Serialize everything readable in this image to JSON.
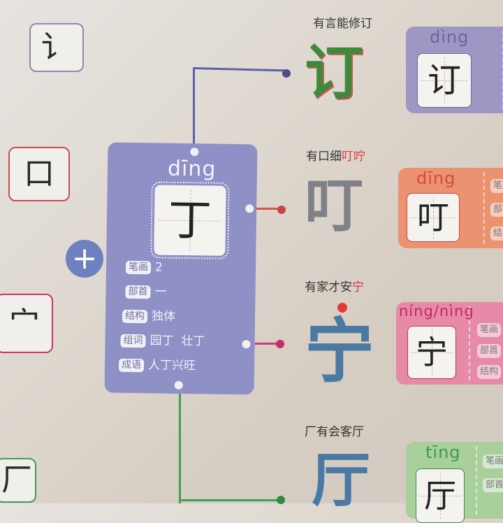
{
  "radicals": [
    "讠",
    "口",
    "宀",
    "厂"
  ],
  "plus_icon": "plus-icon",
  "center": {
    "pinyin": "dīng",
    "char": "丁",
    "rows": [
      {
        "label": "笔画",
        "value": "2"
      },
      {
        "label": "部首",
        "value": "一"
      },
      {
        "label": "结构",
        "value": "独体"
      },
      {
        "label": "组词",
        "value": "园丁  壮丁"
      },
      {
        "label": "成语",
        "value": "人丁兴旺"
      }
    ]
  },
  "branches": [
    {
      "caption": "有言能修订",
      "highlight": "",
      "pinyin": "dìng",
      "char": "订",
      "color": "#8f86b8",
      "line": "#5b62a8"
    },
    {
      "caption_pre": "有口细",
      "caption_hl": "叮咛",
      "pinyin": "dīng",
      "char": "叮",
      "color": "#ea8f6a",
      "line": "#d9534f"
    },
    {
      "caption_pre": "有家才安",
      "caption_hl": "宁",
      "pinyin": "níng/nìng",
      "char": "宁",
      "color": "#e68aa8",
      "line": "#cc3b73"
    },
    {
      "caption": "厂有会客厅",
      "pinyin": "tīng",
      "char": "厅",
      "color": "#a9cf9b",
      "line": "#3fa050"
    }
  ],
  "card_tags": [
    "笔画",
    "部首",
    "结构"
  ]
}
